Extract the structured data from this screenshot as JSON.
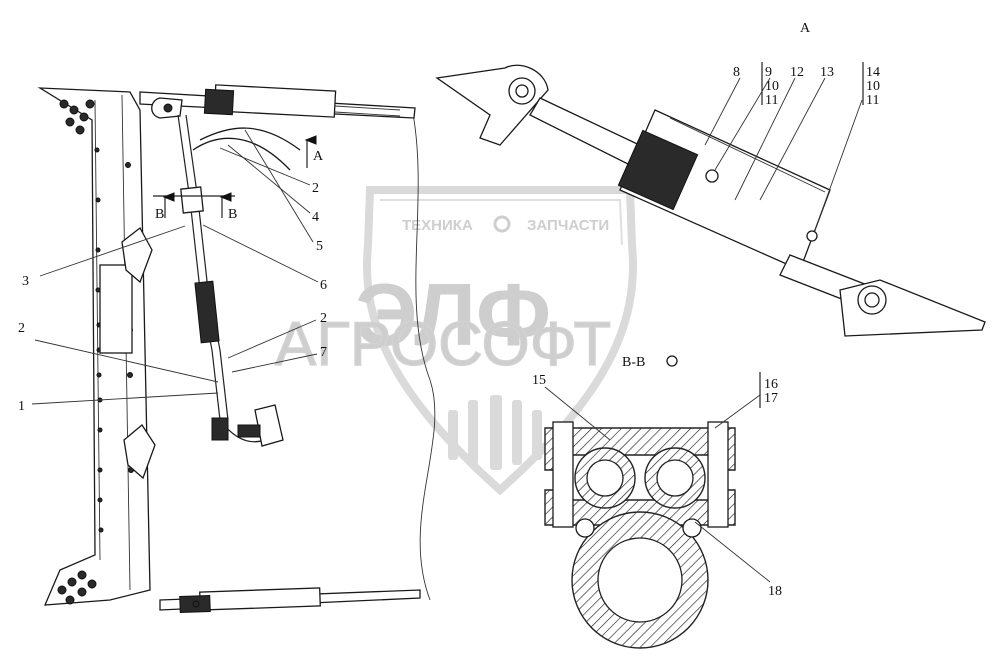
{
  "view_labels": {
    "view_a_marker": "A",
    "view_a_title": "A",
    "section_b_left": "В",
    "section_b_right": "В",
    "section_title": "В-В"
  },
  "callouts": {
    "c1": "1",
    "c2a": "2",
    "c2b": "2",
    "c2c": "2",
    "c3": "3",
    "c4": "4",
    "c5": "5",
    "c6": "6",
    "c7": "7",
    "c8": "8",
    "c9": "9",
    "c10a": "10",
    "c11a": "11",
    "c12": "12",
    "c13": "13",
    "c14": "14",
    "c10b": "10",
    "c11b": "11",
    "c15": "15",
    "c16": "16",
    "c17": "17",
    "c18": "18"
  },
  "watermark": {
    "top_text": "ТЕХНИКА",
    "top_text_right": "ЗАПЧАСТИ",
    "big_text": "ЭЛФ",
    "under_text": "AГРОСОФТ"
  }
}
